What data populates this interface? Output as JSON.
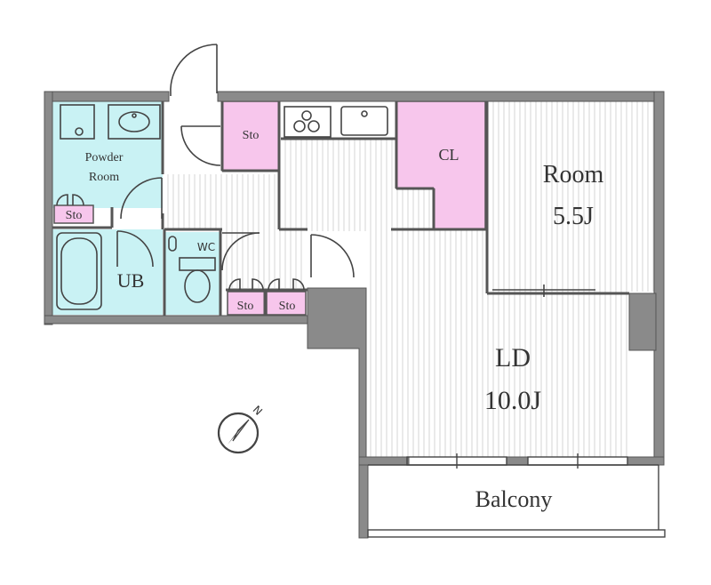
{
  "colors": {
    "wall": "#8a8a8a",
    "wall_outline": "#555555",
    "wet_area": "#c9f2f4",
    "storage": "#f7c6ec",
    "floor_line": "#d0d0d0",
    "fixture_line": "#444444"
  },
  "labels": {
    "powder_room_line1": "Powder",
    "powder_room_line2": "Room",
    "powder_sto": "Sto",
    "ub": "UB",
    "wc": "WC",
    "entry_sto": "Sto",
    "hall_sto_left": "Sto",
    "hall_sto_right": "Sto",
    "cl": "CL",
    "room_name": "Room",
    "room_size": "5.5J",
    "ld_name": "LD",
    "ld_size": "10.0J",
    "balcony": "Balcony",
    "north": "N"
  },
  "icons": {
    "compass": "north-arrow-icon",
    "stove": "stove-burner-icon",
    "sink": "kitchen-sink-icon",
    "washbasin": "washbasin-icon",
    "toilet": "toilet-icon",
    "bathtub": "bathtub-icon"
  }
}
